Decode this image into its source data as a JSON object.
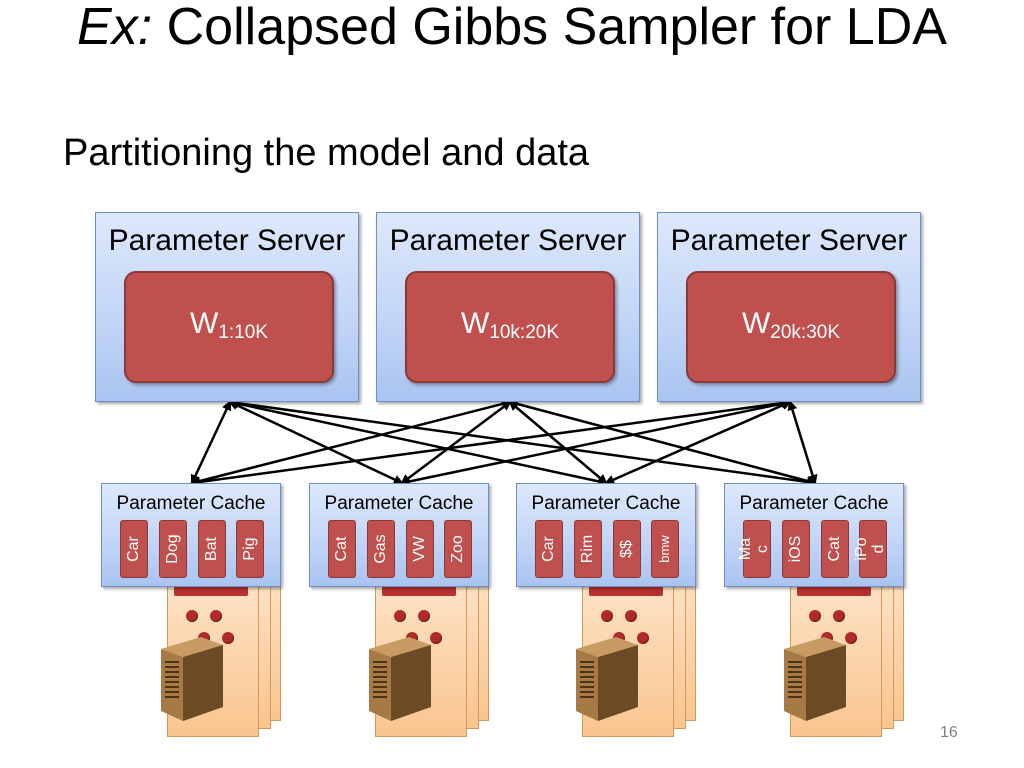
{
  "title": {
    "prefix": "Ex:",
    "main": "Collapsed Gibbs Sampler for LDA"
  },
  "subtitle": "Partitioning the model and data",
  "parameter_servers": [
    {
      "label": "Parameter Server",
      "w": "W",
      "range": "1:10K"
    },
    {
      "label": "Parameter Server",
      "w": "W",
      "range": "10k:20K"
    },
    {
      "label": "Parameter Server",
      "w": "W",
      "range": "20k:30K"
    }
  ],
  "workers": [
    {
      "label": "Parameter Cache",
      "tokens": [
        "Car",
        "Dog",
        "Bat",
        "Pig"
      ]
    },
    {
      "label": "Parameter Cache",
      "tokens": [
        "Cat",
        "Gas",
        "VW",
        "Zoo"
      ]
    },
    {
      "label": "Parameter Cache",
      "tokens": [
        "Car",
        "Rim",
        "$$",
        "bmw"
      ]
    },
    {
      "label": "Parameter Cache",
      "tokens": [
        "Mac",
        "iOS",
        "Cat",
        "iPod"
      ]
    }
  ],
  "colors": {
    "server_fill": "#c3d6f7",
    "weight_fill": "#c0504d",
    "arrow": "#000000"
  },
  "icons": [
    "server-tower-icon",
    "document-stack-icon"
  ],
  "page_number": "16"
}
